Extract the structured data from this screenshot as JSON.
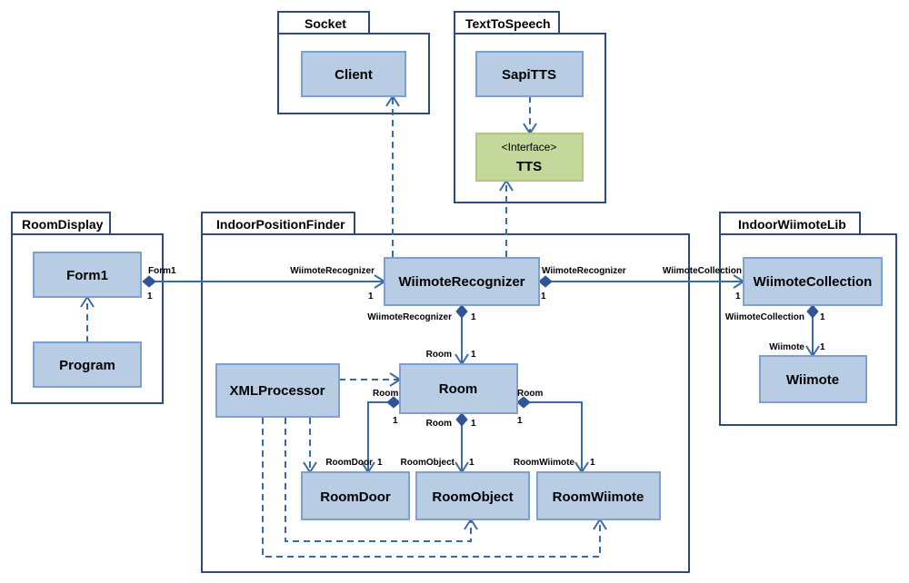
{
  "packages": {
    "socket": "Socket",
    "text_to_speech": "TextToSpeech",
    "room_display": "RoomDisplay",
    "indoor_position_finder": "IndoorPositionFinder",
    "indoor_wiimote_lib": "IndoorWiimoteLib"
  },
  "classes": {
    "client": "Client",
    "sapi_tts": "SapiTTS",
    "tts_stereotype": "<Interface>",
    "tts": "TTS",
    "form1": "Form1",
    "program": "Program",
    "wiimote_recognizer": "WiimoteRecognizer",
    "room": "Room",
    "xml_processor": "XMLProcessor",
    "room_door": "RoomDoor",
    "room_object": "RoomObject",
    "room_wiimote": "RoomWiimote",
    "wiimote_collection": "WiimoteCollection",
    "wiimote": "Wiimote"
  },
  "labels": {
    "form1_role": "Form1",
    "form1_mult": "1",
    "recognizer_role_left": "WiimoteRecognizer",
    "recognizer_mult_left": "1",
    "recognizer_role_right": "WiimoteRecognizer",
    "recognizer_mult_right": "1",
    "collection_role": "WiimoteCollection",
    "collection_mult": "1",
    "recognizer_role_bottom": "WiimoteRecognizer",
    "recognizer_mult_bottom": "1",
    "room_role_top": "Room",
    "room_mult_top": "1",
    "room_role_left": "Room",
    "room_mult_left": "1",
    "room_role_center": "Room",
    "room_mult_center": "1",
    "room_role_right": "Room",
    "room_mult_right": "1",
    "roomdoor_role": "RoomDoor",
    "roomdoor_mult": "1",
    "roomobject_role": "RoomObject",
    "roomobject_mult": "1",
    "roomwiimote_role": "RoomWiimote",
    "roomwiimote_mult": "1",
    "wiimotecollection_role": "WiimoteCollection",
    "wiimotecollection_mult": "1",
    "wiimote_role": "Wiimote",
    "wiimote_mult": "1"
  },
  "colors": {
    "class_fill": "#b8cce4",
    "interface_fill": "#c5d89b",
    "package_border": "#2f4a7e",
    "connector": "#3c6aa8",
    "diamond": "#2f5597"
  }
}
